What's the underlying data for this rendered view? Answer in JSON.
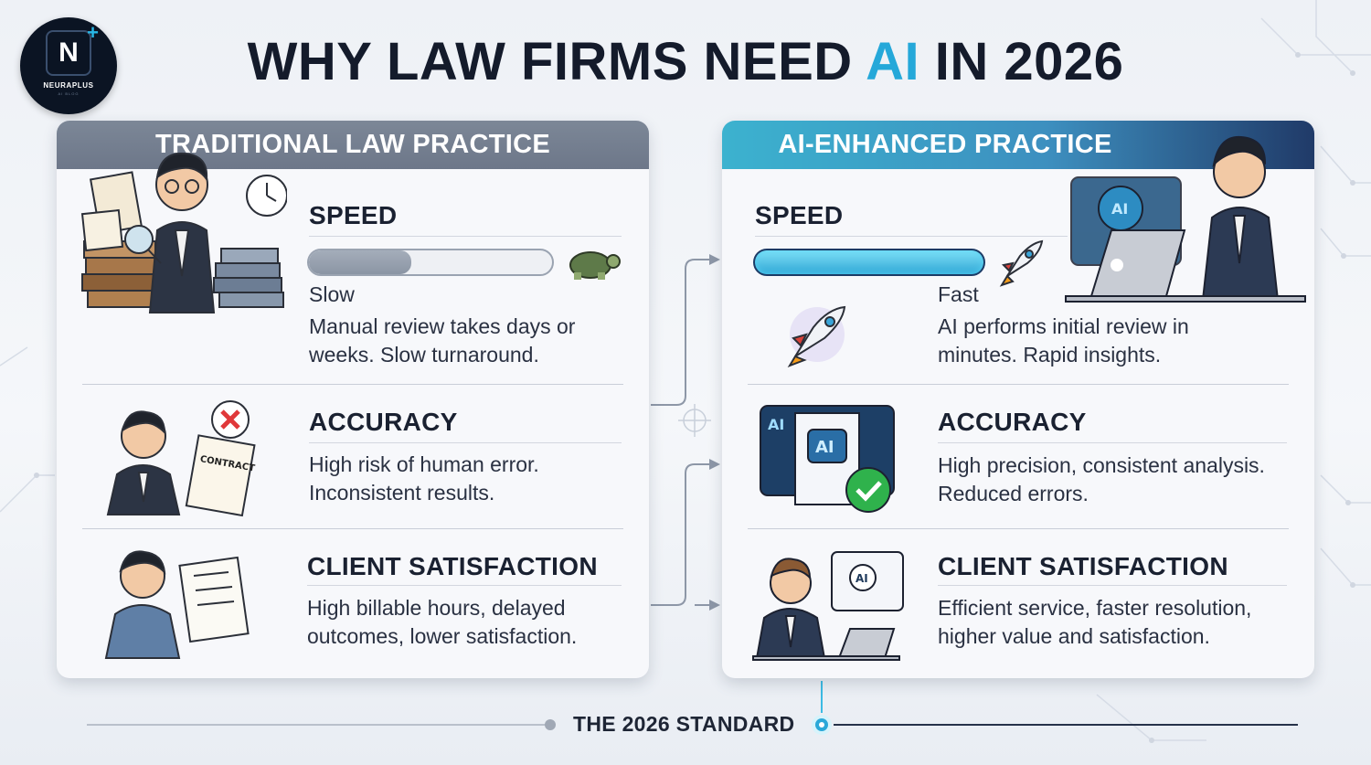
{
  "logo": {
    "mark": "N",
    "plus": "+",
    "name": "NEURAPLUS",
    "sub": "AI BLOG"
  },
  "title": {
    "prefix": "WHY LAW FIRMS NEED ",
    "highlight": "AI",
    "suffix": " IN 2026"
  },
  "left_panel": {
    "header": "TRADITIONAL LAW PRACTICE",
    "speed": {
      "label": "SPEED",
      "level": 0.42,
      "tag": "Slow",
      "desc": [
        "Manual review takes days or",
        "weeks. Slow turnaround."
      ]
    },
    "accuracy": {
      "label": "ACCURACY",
      "desc": [
        "High risk of human error.",
        "Inconsistent results."
      ]
    },
    "satisfaction": {
      "label": "CLIENT SATISFACTION",
      "desc": [
        "High billable hours, delayed",
        "outcomes, lower satisfaction."
      ]
    }
  },
  "right_panel": {
    "header": "AI-ENHANCED PRACTICE",
    "speed": {
      "label": "SPEED",
      "level": 1.0,
      "tag": "Fast",
      "desc": [
        "AI performs initial review in",
        "minutes. Rapid insights."
      ]
    },
    "accuracy": {
      "label": "ACCURACY",
      "desc": [
        "High precision, consistent analysis.",
        "Reduced errors."
      ]
    },
    "satisfaction": {
      "label": "CLIENT SATISFACTION",
      "desc": [
        "Efficient service, faster resolution,",
        "higher value and satisfaction."
      ]
    }
  },
  "illustration_text": {
    "contract": "CONTRACT",
    "ai_chip": "AI",
    "ai_badge": "AI"
  },
  "footer": {
    "label": "THE 2026 STANDARD"
  },
  "colors": {
    "accent": "#25a8d9",
    "dark": "#141b2b",
    "grey_header": "#737e90",
    "success": "#2fb24c",
    "error": "#e0383a"
  }
}
